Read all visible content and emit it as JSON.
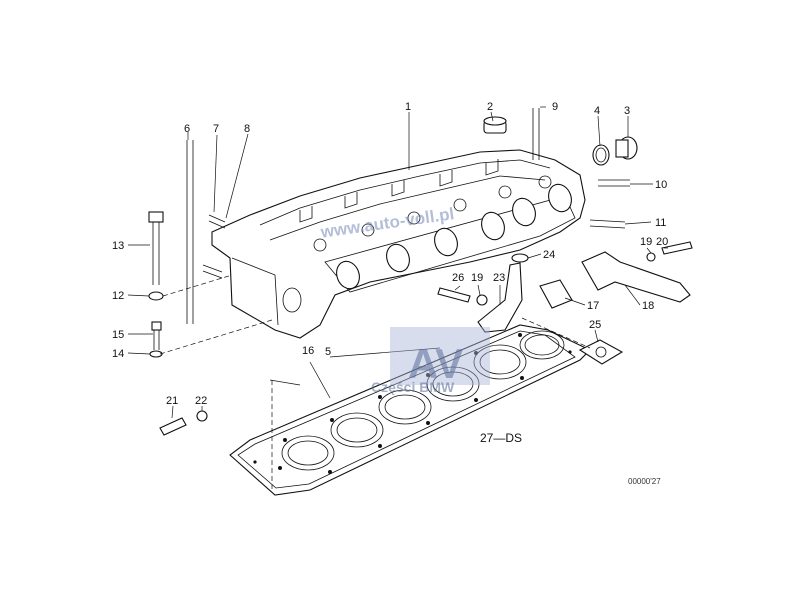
{
  "diagram": {
    "callouts": [
      "1",
      "2",
      "3",
      "4",
      "5",
      "6",
      "7",
      "8",
      "9",
      "10",
      "11",
      "12",
      "13",
      "14",
      "15",
      "16",
      "17",
      "18",
      "19",
      "19",
      "20",
      "21",
      "22",
      "23",
      "24",
      "25",
      "26"
    ],
    "gasket_label": "27—DS",
    "figure_code": "00000'27"
  },
  "watermark": {
    "logo_text": "AV",
    "caption": "Części BMW",
    "url": "www.auto-voll.pl"
  }
}
